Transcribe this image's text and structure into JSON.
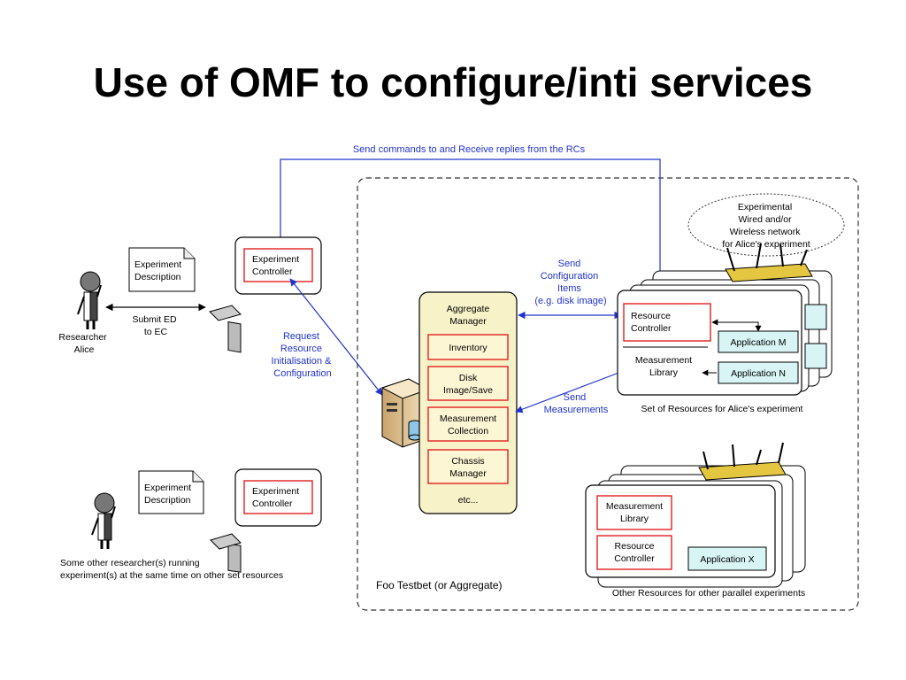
{
  "slide": {
    "title": "Use of OMF to configure/inti services"
  },
  "labels": {
    "top_channel": "Send commands to and Receive replies from the RCs",
    "send_config": [
      "Send",
      "Configuration",
      "Items",
      "(e.g. disk image)"
    ],
    "request_resource": [
      "Request",
      "Resource",
      "Initialisation &",
      "Configuration"
    ],
    "send_measurements": [
      "Send",
      "Measurements"
    ],
    "submit_ed": [
      "Submit ED",
      "to EC"
    ]
  },
  "researcher_alice": {
    "name": [
      "Researcher",
      "Alice"
    ],
    "ed_doc": [
      "Experiment",
      "Description"
    ],
    "ec_box": [
      "Experiment",
      "Controller"
    ]
  },
  "other_researchers": {
    "caption": [
      "Some other researcher(s) running",
      "experiment(s) at the same time on other set resources"
    ],
    "ed_doc": [
      "Experiment",
      "Description"
    ],
    "ec_box": [
      "Experiment",
      "Controller"
    ]
  },
  "aggregate_manager": {
    "title": [
      "Aggregate",
      "Manager"
    ],
    "modules": [
      [
        "Inventory"
      ],
      [
        "Disk",
        "Image/Save"
      ],
      [
        "Measurement",
        "Collection"
      ],
      [
        "Chassis",
        "Manager"
      ]
    ],
    "more": "etc..."
  },
  "testbed_label": "Foo Testbet (or Aggregate)",
  "network_cloud": [
    "Experimental",
    "Wired and/or",
    "Wireless network",
    "for Alice's experiment"
  ],
  "alice_resources": {
    "rc": [
      "Resource",
      "Controller"
    ],
    "ml": [
      "Measurement",
      "Library"
    ],
    "app_m": "Application M",
    "app_n": "Application N",
    "caption": "Set of Resources for Alice's experiment"
  },
  "other_resources": {
    "ml": [
      "Measurement",
      "Library"
    ],
    "rc": [
      "Resource",
      "Controller"
    ],
    "app_x": "Application X",
    "caption": "Other Resources for other parallel experiments"
  },
  "colors": {
    "arrow_blue": "#2233cc",
    "box_red": "#e02020",
    "app_cyan": "#d8f4f4",
    "am_fill": "#f8f2c8",
    "label_blue": "#2233cc"
  }
}
